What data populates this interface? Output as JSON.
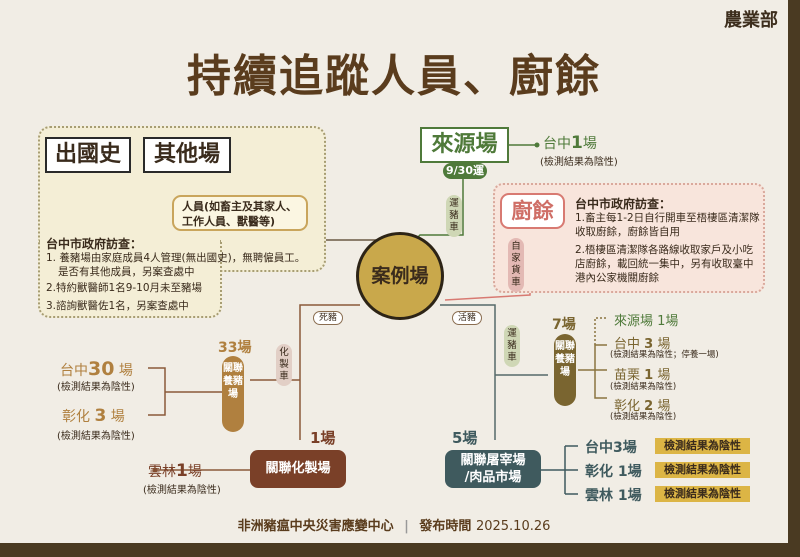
{
  "logo": "農業部",
  "title": "持續追蹤人員、廚餘",
  "left_panel": {
    "tab1": "出國史",
    "tab2": "其他場",
    "people": "人員(如畜主及其家人、工作人員、獸醫等)",
    "heading": "台中市政府訪查：",
    "items": [
      "1. 養豬場由家庭成員4人管理(無出國史)，無聘僱員工。",
      "是否有其他成員，另案查處中",
      "2.特約獸醫師1名9-10月未至豬場",
      "3.諮詢獸醫佐1名，另案查處中"
    ]
  },
  "source": {
    "label": "來源場",
    "date": "9/30運",
    "transport": "運豬車",
    "result_place": "台中",
    "result_num": "1",
    "result_unit": "場",
    "result_note": "(檢測結果為陰性)"
  },
  "kitchen": {
    "label": "廚餘",
    "transport": "自家貨車",
    "heading": "台中市政府訪查：",
    "items": [
      "1.畜主每1-2日自行開車至梧棲區清潔隊收取廚餘，廚餘皆自用",
      "2.梧棲區清潔隊各路線收取家戶及小吃店廚餘，載回統一集中，另有收取臺中港內公家機關廚餘"
    ]
  },
  "case": {
    "label": "案例場",
    "dead": "死豬",
    "live": "活豬"
  },
  "rendering": {
    "truck": "化製車",
    "farms_count": "33場",
    "farms_label": "關聯養豬場",
    "farms": [
      {
        "place": "台中",
        "num": "30",
        "unit": "場",
        "note": "(檢測結果為陰性)"
      },
      {
        "place": "彰化",
        "num": "3",
        "unit": "場",
        "note": "(檢測結果為陰性)"
      }
    ],
    "plant_count": "1場",
    "plant_label": "關聯化製場",
    "plant_site": {
      "place": "雲林",
      "num": "1",
      "unit": "場",
      "note": "(檢測結果為陰性)"
    }
  },
  "live": {
    "truck": "運豬車",
    "farms_count": "7場",
    "farms_label": "關聯養豬場",
    "source_line": "來源場 1場",
    "farms": [
      {
        "place": "台中",
        "num": "3",
        "unit": "場",
        "note": "(檢測結果為陰性；停養一場)"
      },
      {
        "place": "苗栗",
        "num": "1",
        "unit": "場",
        "note": "(檢測結果為陰性)"
      },
      {
        "place": "彰化",
        "num": "2",
        "unit": "場",
        "note": "(檢測結果為陰性)"
      }
    ],
    "market_count": "5場",
    "market_label1": "關聯屠宰場",
    "market_label2": "/肉品市場",
    "markets": [
      {
        "place": "台中3場",
        "badge": "檢測結果為陰性"
      },
      {
        "place": "彰化 1場",
        "badge": "檢測結果為陰性"
      },
      {
        "place": "雲林 1場",
        "badge": "檢測結果為陰性"
      }
    ]
  },
  "footer": {
    "org": "非洲豬瘟中央災害應變中心",
    "sep": "|",
    "date_label": "發布時間",
    "date": "2025.10.26"
  }
}
